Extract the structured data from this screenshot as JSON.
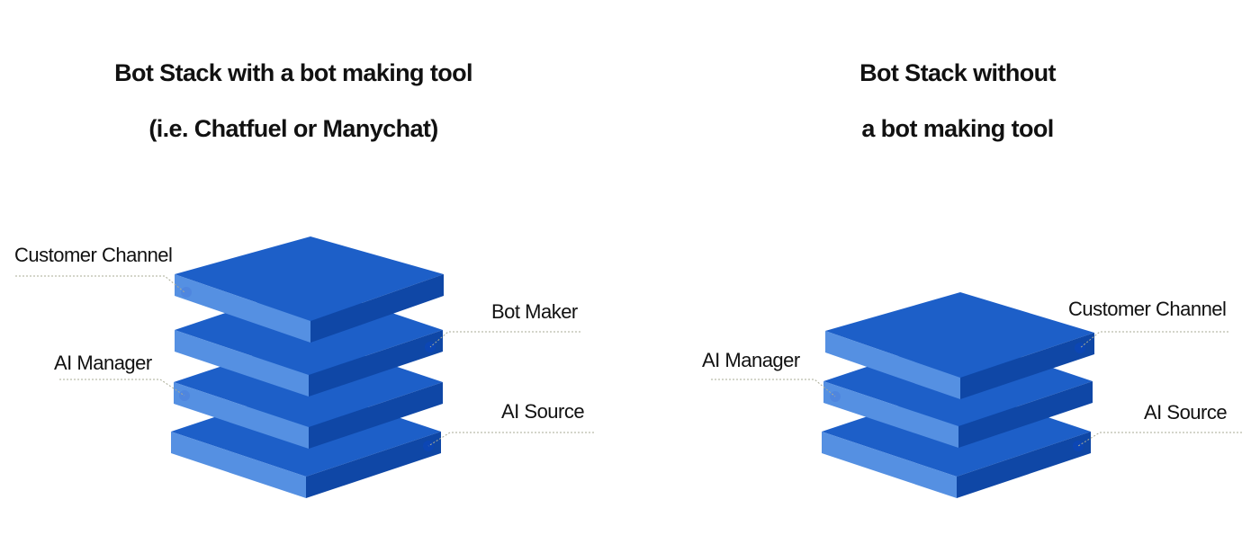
{
  "diagrams": [
    {
      "title_lines": [
        "Bot Stack with a bot making tool",
        "(i.e. Chatfuel or Manychat)"
      ],
      "layers": [
        {
          "label": "Customer Channel",
          "side": "left"
        },
        {
          "label": "Bot Maker",
          "side": "right"
        },
        {
          "label": "AI Manager",
          "side": "left"
        },
        {
          "label": "AI Source",
          "side": "right"
        }
      ]
    },
    {
      "title_lines": [
        "Bot Stack without",
        "a bot making tool"
      ],
      "layers": [
        {
          "label": "Customer Channel",
          "side": "right"
        },
        {
          "label": "AI Manager",
          "side": "left"
        },
        {
          "label": "AI Source",
          "side": "right"
        }
      ]
    }
  ],
  "colors": {
    "slab_top": "#1d5fc8",
    "slab_left_face": "#5590e2",
    "slab_right_face": "#0f47a6",
    "marker": "#0c46b4",
    "marker_light": "#4f86df",
    "leader_line": "#a9ab95"
  }
}
